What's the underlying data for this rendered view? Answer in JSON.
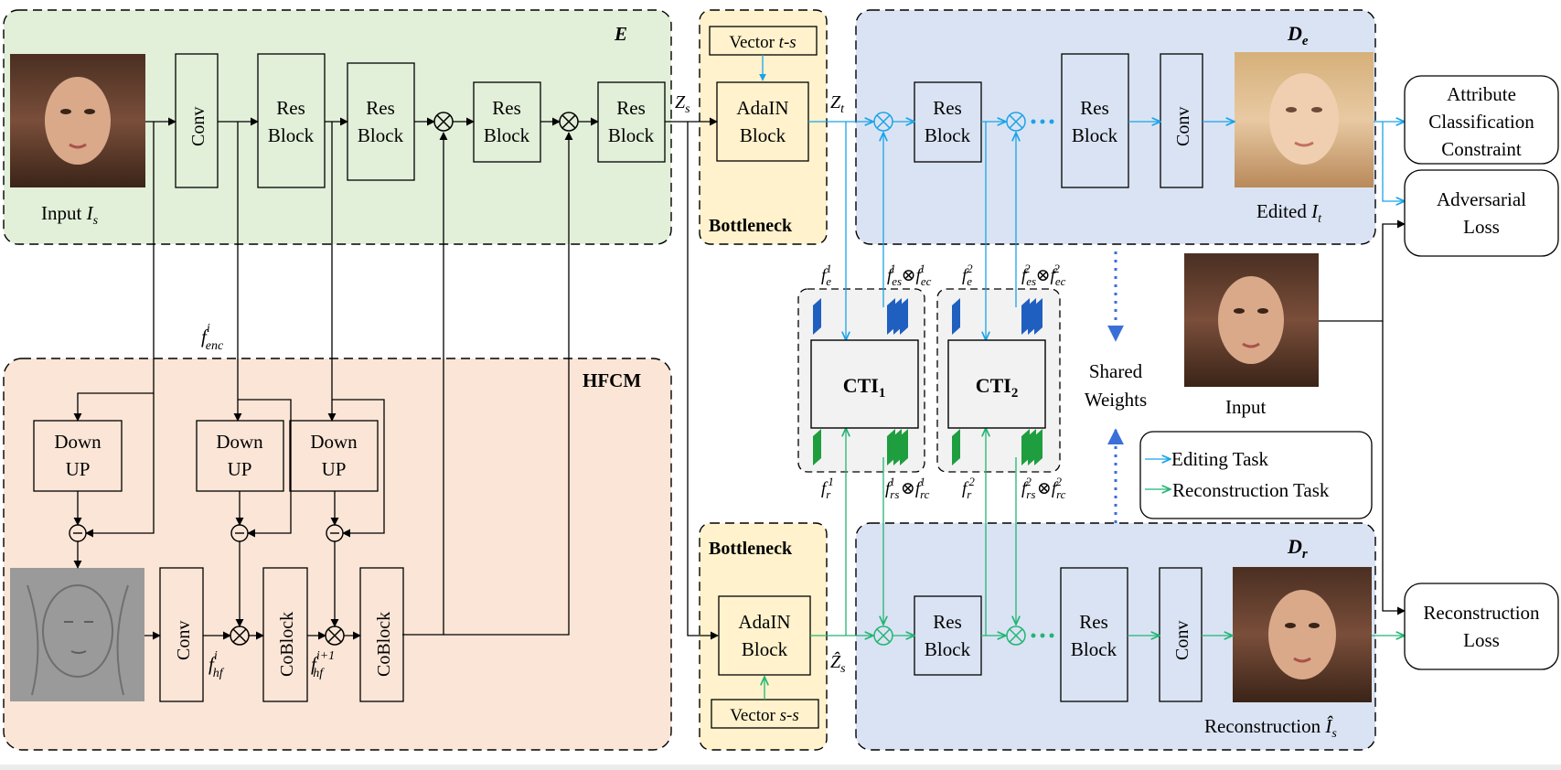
{
  "modules": {
    "encoder": "E",
    "bottleneck_label": "Bottleneck",
    "editing_decoder": "D",
    "editing_decoder_sub": "e",
    "reconstruction_decoder": "D",
    "reconstruction_decoder_sub": "r",
    "hfcm": "HFCM"
  },
  "blocks": {
    "conv": "Conv",
    "res": "Res",
    "block": "Block",
    "adain": "AdaIN",
    "down": "Down",
    "up": "UP",
    "coblock": "CoBlock",
    "cti1": "CTI",
    "cti1_sub": "1",
    "cti2": "CTI",
    "cti2_sub": "2"
  },
  "labels": {
    "input_is": "Input ",
    "is_var": "I",
    "is_sub": "s",
    "vector_ts": "Vector ",
    "vector_ts_var": "t-s",
    "vector_ss": "Vector ",
    "vector_ss_var": "s-s",
    "zs": "Z",
    "zs_sub": "s",
    "zt": "Z",
    "zt_sub": "t",
    "zhat_s": "Ẑ",
    "zhat_sub": "s",
    "edited": "Edited ",
    "edited_var": "I",
    "edited_sub": "t",
    "reconstruction": "Reconstruction ",
    "recon_var": "Î",
    "recon_sub": "s",
    "input_right": "Input",
    "shared1": "Shared",
    "shared2": "Weights",
    "f_enc": "f",
    "f_enc_sup": "i",
    "f_enc_sub": "enc",
    "f_hf": "f",
    "f_hf_sup": "i",
    "f_hf_sub": "hf",
    "f_hf1": "f",
    "f_hf1_sup": "i+1",
    "f_hf1_sub": "hf",
    "fe1": "f",
    "fe1_sub": "e",
    "fe1_sup": "1",
    "fe2": "f",
    "fe2_sub": "e",
    "fe2_sup": "2",
    "fr1": "f",
    "fr1_sub": "r",
    "fr1_sup": "1",
    "fr2": "f",
    "fr2_sub": "r",
    "fr2_sup": "2",
    "fes1": "f",
    "fes1_sub": "es",
    "fes1_sup": "1",
    "fec1_sub": "ec",
    "fec1_sup": "1",
    "fes2_sub": "es",
    "fes2_sup": "2",
    "fec2_sub": "ec",
    "fec2_sup": "2",
    "frs1_sub": "rs",
    "frs1_sup": "1",
    "frc1_sub": "rc",
    "frc1_sup": "1",
    "frs2_sub": "rs",
    "frs2_sup": "2",
    "frc2_sub": "rc",
    "frc2_sup": "2",
    "otimes": "⊗"
  },
  "losses": {
    "attr1": "Attribute",
    "attr2": "Classification",
    "attr3": "Constraint",
    "adv1": "Adversarial",
    "adv2": "Loss",
    "rec1": "Reconstruction",
    "rec2": "Loss"
  },
  "legend": {
    "editing": "Editing Task",
    "reconstruction": "Reconstruction Task"
  },
  "colors": {
    "encoder_bg": "#e2efd9",
    "bottleneck_bg": "#fff2cc",
    "decoder_bg": "#dae3f3",
    "hfcm_bg": "#fbe5d6",
    "editing_arrow": "#1aa3e8",
    "reconstruction_arrow": "#22b573",
    "cti_feature_top": "#1f5fbf",
    "cti_feature_bottom": "#1e9e3e"
  }
}
